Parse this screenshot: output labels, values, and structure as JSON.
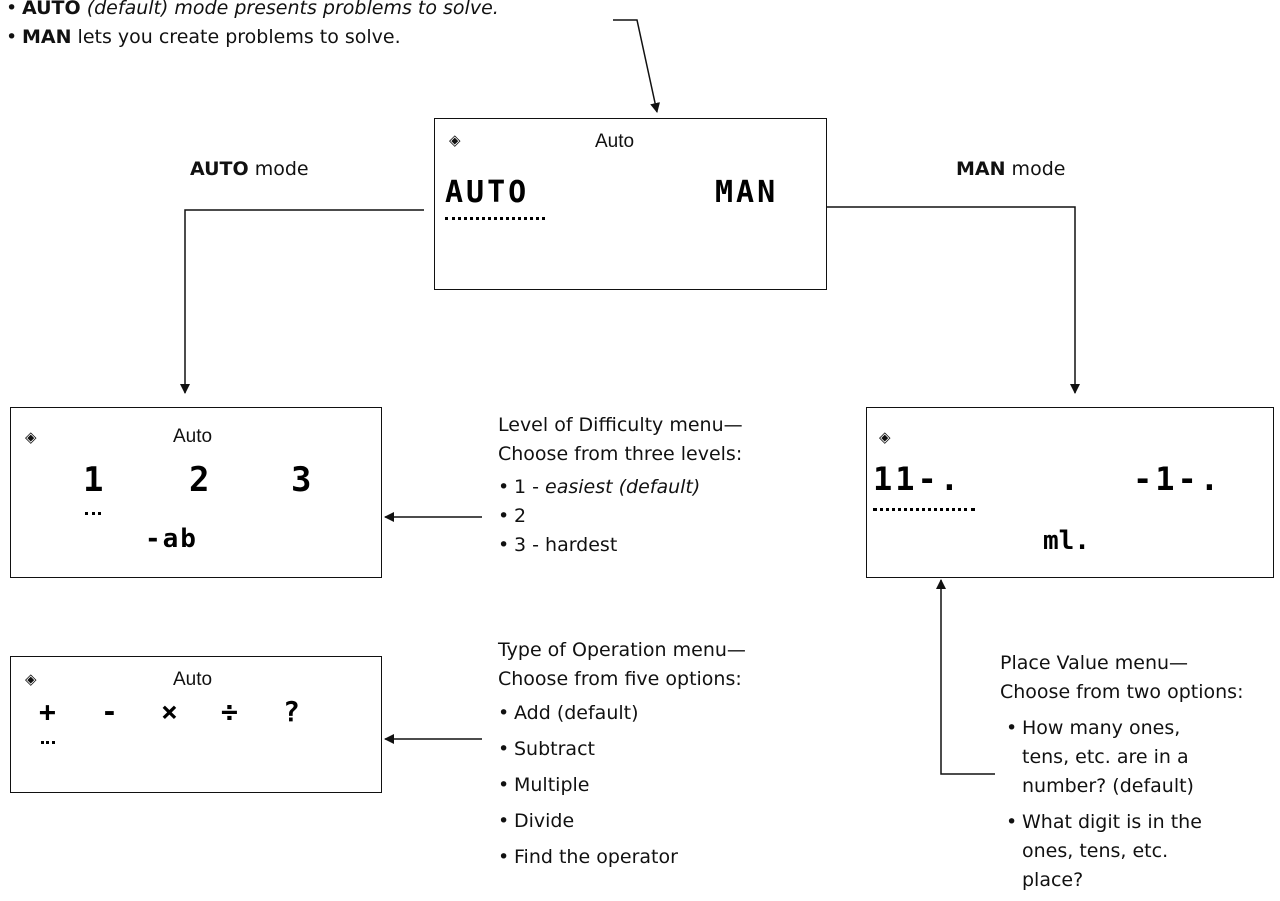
{
  "intro": {
    "items": [
      {
        "bold": "AUTO",
        "rest": " (default) mode presents problems to solve."
      },
      {
        "bold": "MAN",
        "rest": " lets you create problems to solve."
      }
    ]
  },
  "labels": {
    "auto_bold": "AUTO",
    "auto_rest": " mode",
    "man_bold": "MAN",
    "man_rest": " mode"
  },
  "screens": {
    "main": {
      "logo": "◈",
      "title": "Auto",
      "left": "AUTO",
      "right": "MAN"
    },
    "levels": {
      "logo": "◈",
      "title": "Auto",
      "options": [
        "1",
        "2",
        "3"
      ],
      "bottom": "-ab"
    },
    "place": {
      "logo": "◈",
      "left": "11-.",
      "right": "-1-.",
      "bottom": "ml."
    },
    "ops": {
      "logo": "◈",
      "title": "Auto",
      "options": [
        "+",
        "-",
        "×",
        "÷",
        "?"
      ]
    }
  },
  "difficulty_menu": {
    "head1": "Level of Difficulty menu—",
    "head2": "Choose from three levels:",
    "items": [
      {
        "text": "1 - ",
        "em": "easiest (default)"
      },
      {
        "text": "2",
        "em": ""
      },
      {
        "text": "3 - hardest",
        "em": ""
      }
    ]
  },
  "operation_menu": {
    "head1": "Type of Operation menu—",
    "head2": "Choose from five options:",
    "items": [
      "Add (default)",
      "Subtract",
      "Multiple",
      "Divide",
      "Find the operator"
    ]
  },
  "place_menu": {
    "head1": "Place Value menu—",
    "head2": "Choose from two options:",
    "items": [
      "How many ones, tens, etc. are in a number? (default)",
      "What digit is in the ones, tens, etc. place?"
    ]
  }
}
